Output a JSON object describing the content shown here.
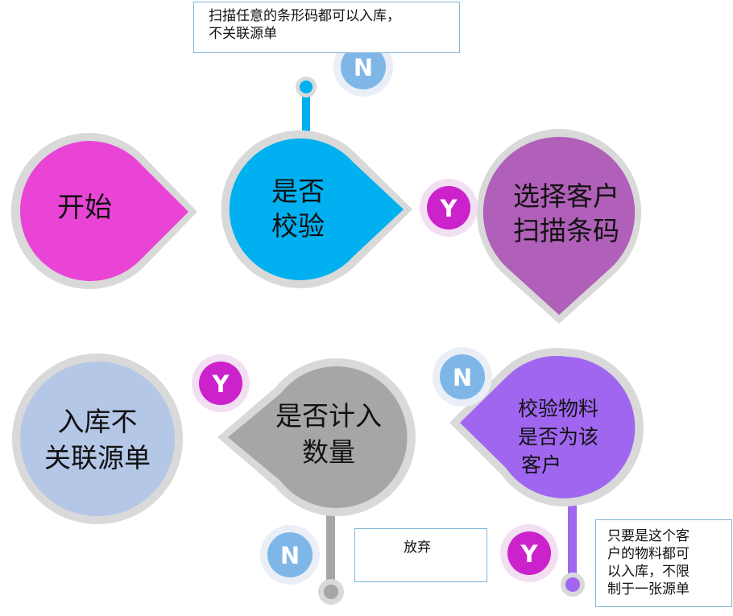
{
  "colors": {
    "start": "#e944d5",
    "check": "#00b0f0",
    "select": "#b060b8",
    "no_link": "#b4c7e7",
    "count": "#a6a6a6",
    "verify": "#a066f0",
    "ring": "#d9d9d9",
    "yes_badge": "#cc22cc",
    "no_badge": "#7fb6e8"
  },
  "nodes": {
    "start": {
      "lines": [
        "开始"
      ]
    },
    "check": {
      "lines": [
        "是否",
        "校验"
      ]
    },
    "select": {
      "lines": [
        "选择客户",
        "扫描条码"
      ]
    },
    "no_link": {
      "lines": [
        "入库不",
        "关联源单"
      ]
    },
    "count": {
      "lines": [
        "是否计入",
        "数量"
      ]
    },
    "verify": {
      "lines": [
        "校验物料",
        "是否为该",
        "客户"
      ]
    }
  },
  "badges": {
    "yes": "Y",
    "no": "N"
  },
  "notes": {
    "any_barcode": {
      "lines": [
        "扫描任意的条形码都可以入库，",
        "不关联源单"
      ]
    },
    "abandon": {
      "lines": [
        "放弃"
      ]
    },
    "customer_material": {
      "lines": [
        "只要是这个客",
        "户的物料都可",
        "以入库，不限",
        "制于一张源单"
      ]
    }
  }
}
